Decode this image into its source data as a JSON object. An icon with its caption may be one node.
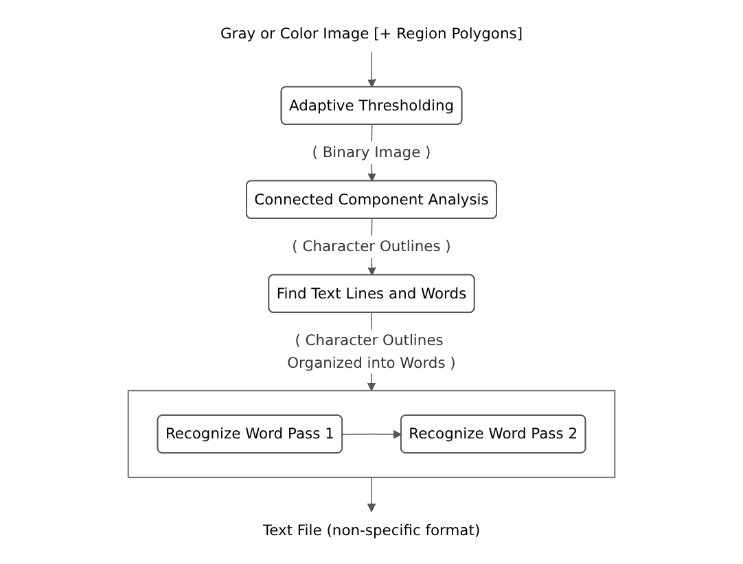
{
  "diagram": {
    "nodes": [
      {
        "text": [
          "Gray or Color Image [+ Region Polygons]"
        ]
      },
      {
        "text": [
          "Adaptive Thresholding"
        ]
      },
      {
        "text": [
          "Connected Component Analysis"
        ]
      },
      {
        "text": [
          "Find Text Lines and Words"
        ]
      },
      {
        "text": [],
        "shape": "box"
      },
      {
        "text": [
          "Recognize Word Pass 1"
        ],
        "in": 4
      },
      {
        "text": [
          "Recognize Word Pass 2"
        ],
        "in": 4
      },
      {
        "text": [
          "Text File (non-specific format)"
        ]
      }
    ],
    "edges": [
      {
        "from": 0,
        "to": 1,
        "arrow": "to"
      },
      {
        "from": 1,
        "to": 2,
        "arrow": "to",
        "label": "( Binary Image )"
      },
      {
        "from": 2,
        "to": 3,
        "arrow": "to",
        "label": "( Character Outlines )"
      },
      {
        "from": 3,
        "to": 4,
        "arrow": "to",
        "label": "( Character Outlines Organized into Words )"
      },
      {
        "from": 5,
        "to": 6,
        "arrow": "to"
      },
      {
        "from": 4,
        "to": 7,
        "arrow": "to"
      }
    ]
  }
}
